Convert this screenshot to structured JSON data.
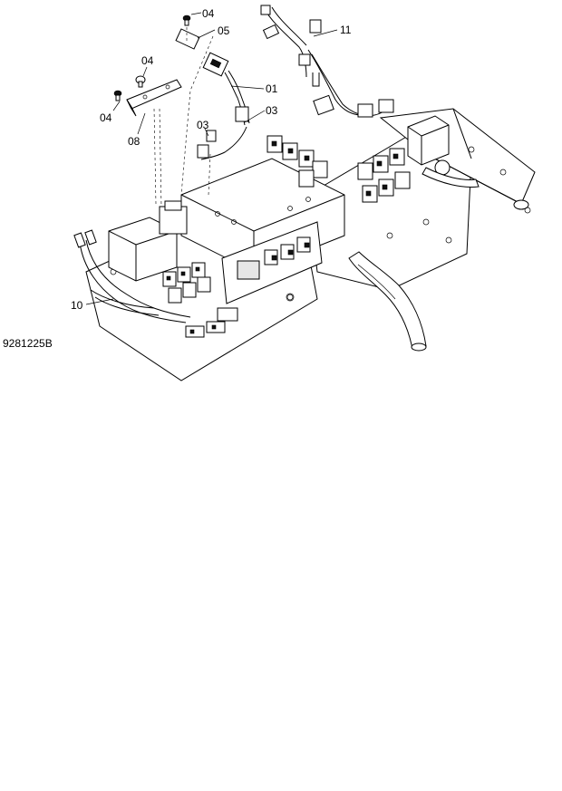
{
  "callouts": {
    "c04a": "04",
    "c05": "05",
    "c04b": "04",
    "c01": "01",
    "c04c": "04",
    "c03a": "03",
    "c03b": "03",
    "c08": "08",
    "c11": "11",
    "c10": "10"
  },
  "figure_code": "9281225B"
}
